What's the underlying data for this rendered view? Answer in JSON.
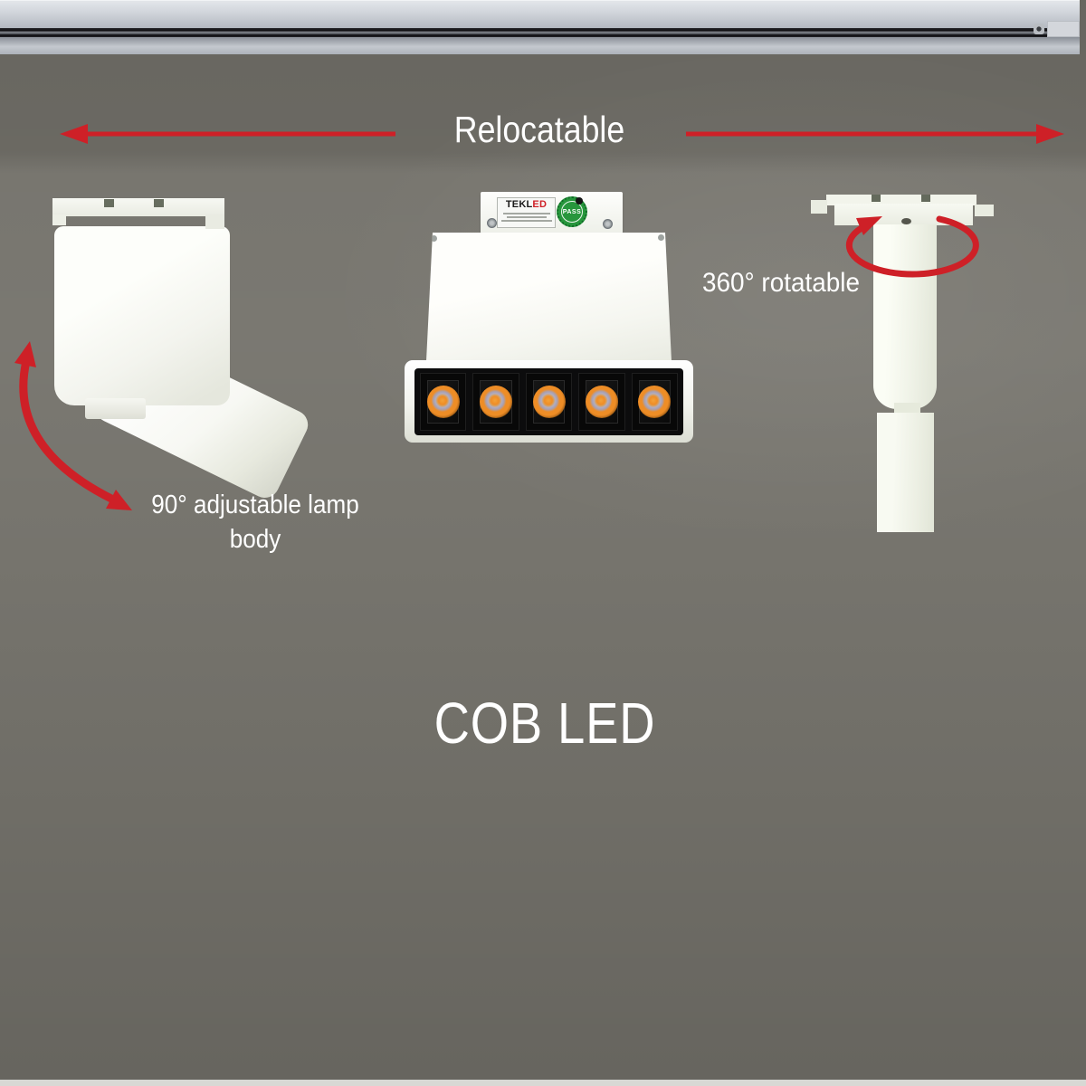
{
  "annotations": {
    "relocatable": "Relocatable",
    "rotatable_360": "360° rotatable",
    "adjustable_90": "90° adjustable lamp body",
    "product_type": "COB LED"
  },
  "center_fixture": {
    "label_brand_black": "TEKL",
    "label_brand_red": "ED",
    "sticker_text": "PASS",
    "led_count": 5
  },
  "colors": {
    "arrow_red": "#ce2027",
    "annotation_text": "#ffffff",
    "sticker_green": "#27963c",
    "led_orange": "#ee8d26",
    "background_olive": "#73716a",
    "rail_gray": "#c6cad1"
  }
}
